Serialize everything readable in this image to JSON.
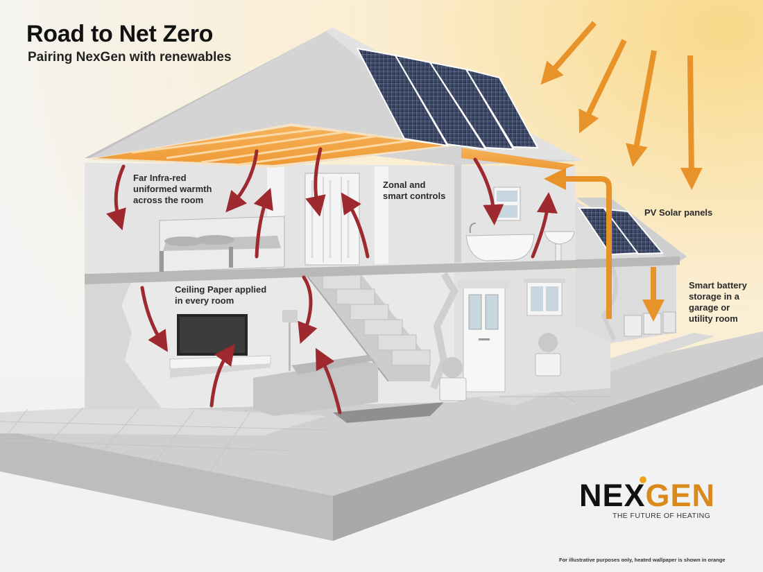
{
  "title": "Road to Net Zero",
  "subtitle": "Pairing NexGen with renewables",
  "labels": {
    "far_infrared": [
      "Far Infra-red",
      "uniformed warmth",
      "across the room"
    ],
    "zonal": [
      "Zonal and",
      "smart controls"
    ],
    "pv": [
      "PV Solar panels"
    ],
    "battery": [
      "Smart battery",
      "storage in a",
      "garage or",
      "utility room"
    ],
    "ceiling": [
      "Ceiling Paper applied",
      "in every room"
    ]
  },
  "logo": {
    "word_left": "NEX",
    "word_right": "GEN",
    "tagline": "THE FUTURE OF HEATING"
  },
  "footnote": "For illustrative purposes only, heated wallpaper is shown in orange",
  "colors": {
    "heat_orange": "#f0a03c",
    "sun_arrow": "#e8922a",
    "warm_arrow": "#9e2a30",
    "wall_light": "#e6e6e6",
    "roof_grey": "#d2d2d2",
    "solar_blue": "#3a4660",
    "logo_gold": "#d98a1a"
  }
}
